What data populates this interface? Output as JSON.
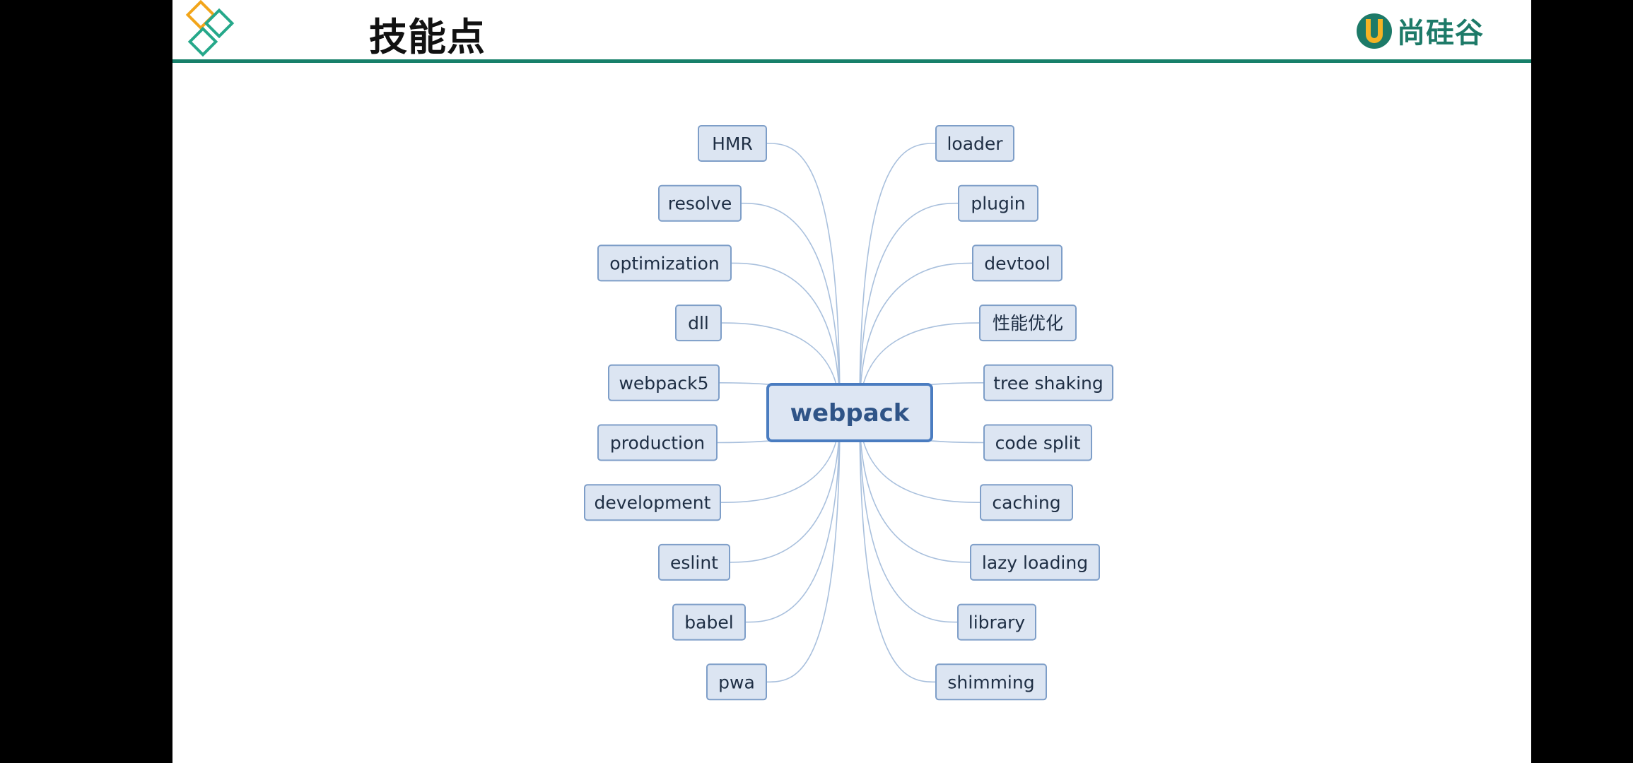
{
  "slide": {
    "title": "技能点",
    "brand": "尚硅谷",
    "accent_color": "#17806a"
  },
  "mindmap": {
    "root": "webpack",
    "left": [
      "HMR",
      "resolve",
      "optimization",
      "dll",
      "webpack5",
      "production",
      "development",
      "eslint",
      "babel",
      "pwa"
    ],
    "right": [
      "loader",
      "plugin",
      "devtool",
      "性能优化",
      "tree shaking",
      "code split",
      "caching",
      "lazy loading",
      "library",
      "shimming"
    ],
    "colors": {
      "node_fill": "#dce5f2",
      "node_stroke": "#7e9ec8",
      "root_fill": "#dde6f3",
      "root_stroke": "#4a7cc0",
      "connector": "#a9c0dd"
    }
  }
}
